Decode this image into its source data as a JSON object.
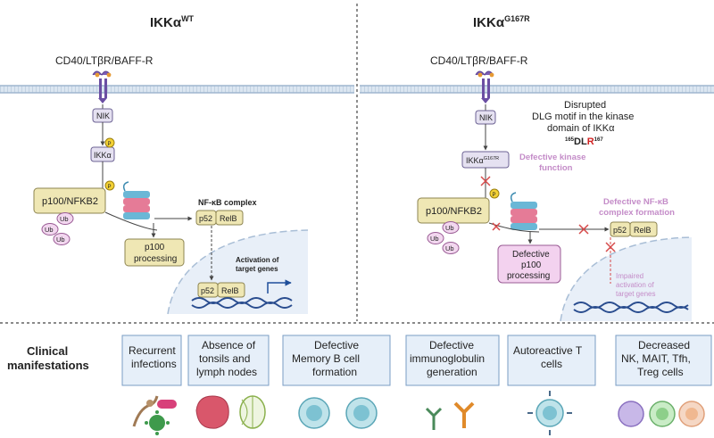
{
  "left_panel": {
    "title_main": "IKKα",
    "title_sup": "WT",
    "receptor_label": "CD40/LTβR/BAFF-R",
    "nik": "NIK",
    "ikka": "IKKα",
    "p": "P",
    "p100": "p100/NFKB2",
    "ub": "Ub",
    "processing_line1": "p100",
    "processing_line2": "processing",
    "complex_title": "NF-κB complex",
    "p52": "p52",
    "relb": "RelB",
    "activation_line1": "Activation of",
    "activation_line2": "target genes"
  },
  "right_panel": {
    "title_main": "IKKα",
    "title_sup": "G167R",
    "receptor_label": "CD40/LTβR/BAFF-R",
    "nik": "NIK",
    "ikka_mut_main": "IKKα",
    "ikka_mut_sup": "G167R",
    "p": "P",
    "p100": "p100/NFKB2",
    "ub": "Ub",
    "disrupted_line1": "Disrupted",
    "disrupted_line2": "DLG motif in the kinase",
    "disrupted_line3": "domain of IKKα",
    "motif_sup_left": "165",
    "motif_dl": "DL",
    "motif_r": "R",
    "motif_sup_right": "167",
    "defective_kinase_line1": "Defective kinase",
    "defective_kinase_line2": "function",
    "defective_complex_line1": "Defective NF-κB",
    "defective_complex_line2": "complex formation",
    "defective_processing_line1": "Defective",
    "defective_processing_line2": "p100",
    "defective_processing_line3": "processing",
    "p52": "p52",
    "relb": "RelB",
    "impaired_line1": "Impaired",
    "impaired_line2": "activation of",
    "impaired_line3": "target genes"
  },
  "clinical": {
    "heading_line1": "Clinical",
    "heading_line2": "manifestations",
    "boxes": [
      {
        "lines": [
          "Recurrent",
          "infections"
        ]
      },
      {
        "lines": [
          "Absence of",
          "tonsils and",
          "lymph nodes"
        ]
      },
      {
        "lines": [
          "Defective",
          "Memory B cell",
          "formation"
        ]
      },
      {
        "lines": [
          "Defective",
          "immunoglobulin",
          "generation"
        ]
      },
      {
        "lines": [
          "Autoreactive T",
          "cells"
        ]
      },
      {
        "lines": [
          "Decreased",
          "NK, MAIT, Tfh,",
          "Treg cells"
        ]
      }
    ]
  },
  "colors": {
    "membrane": "#b9cde0",
    "nucleus_fill": "#e8eff8",
    "protein_box": "#efe7b4",
    "protein_border": "#8d8450",
    "ub_fill": "#f2d7ef",
    "ub_border": "#9a5c95",
    "defect_text": "#c48cc8",
    "defect_box": "#f3d2ef",
    "x_mark": "#d64a4a",
    "motif_red": "#d02020",
    "clinical_box": "#e6eff9",
    "clinical_border": "#7a9cc4",
    "dna": "#2a4d8f"
  },
  "icons": [
    "receptor-icon",
    "proteasome-icon",
    "dna-icon",
    "bacteria-icon",
    "virus-icon",
    "tonsil-icon",
    "lymph-node-icon",
    "b-cell-icon",
    "antibody-icon",
    "t-cell-icon",
    "nk-cell-icon"
  ]
}
